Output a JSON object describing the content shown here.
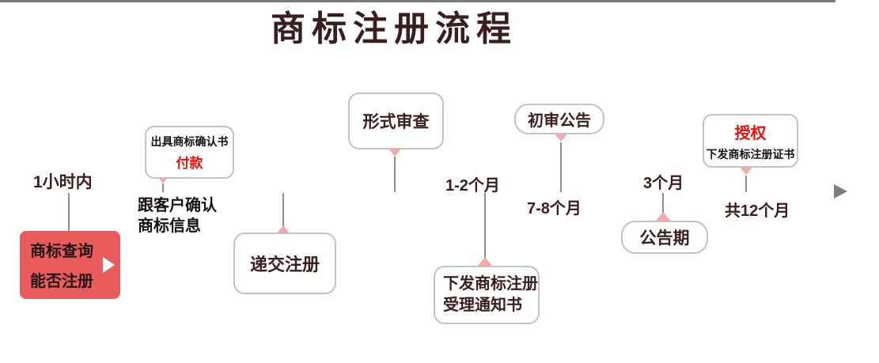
{
  "title": "商标注册流程",
  "colors": {
    "title_maroon": "#3a1d1d",
    "accent_red": "#e8120c",
    "query_box_bg": "#ea5c5c",
    "pointer_pink": "#f7a7a4",
    "timeline_gray": "#7d7d7d"
  },
  "timeline": {
    "durations": {
      "within_1_hour": "1小时内",
      "months_1_2": "1-2个月",
      "months_7_8": "7-8个月",
      "months_3": "3个月",
      "months_total": "共12个月"
    },
    "stages": {
      "query": {
        "line1": "商标查询",
        "line2": "能否注册",
        "icon": "play-icon"
      },
      "confirmation": {
        "line1": "出具商标确认书",
        "line2": "付款"
      },
      "confirm_note": {
        "line1": "跟客户确认",
        "line2": "商标信息"
      },
      "submit": {
        "label": "递交注册"
      },
      "formal_review": {
        "label": "形式审查"
      },
      "acceptance_notice": {
        "line1": "下发商标注册",
        "line2": "受理通知书"
      },
      "initial_announcement": {
        "label": "初审公告"
      },
      "announcement_period": {
        "label": "公告期"
      },
      "grant": {
        "line1": "授权",
        "line2": "下发商标注册证书"
      }
    }
  }
}
